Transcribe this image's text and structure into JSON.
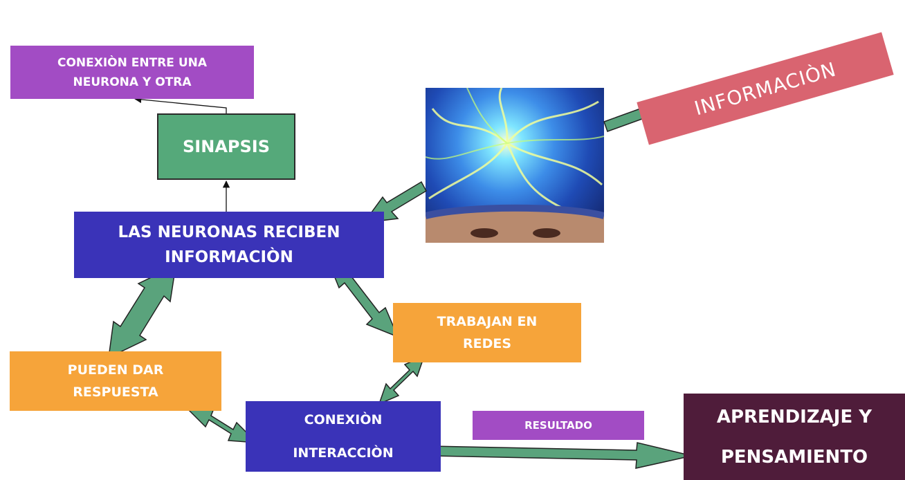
{
  "boxes": {
    "conexion_entre": [
      "CONEXIÒN ENTRE UNA",
      "NEURONA Y OTRA"
    ],
    "sinapsis": "SINAPSIS",
    "neuronas": [
      "LAS NEURONAS RECIBEN",
      "INFORMACIÒN"
    ],
    "informacion": "INFORMACIÒN",
    "trabajan": [
      "TRABAJAN EN",
      "REDES"
    ],
    "pueden": [
      "PUEDEN DAR",
      "RESPUESTA"
    ],
    "conexion": [
      "CONEXIÒN",
      "INTERACCIÒN"
    ],
    "resultado": "RESULTADO",
    "aprendizaje": [
      "APRENDIZAJE Y",
      "PENSAMIENTO"
    ]
  },
  "colors": {
    "purple": "#a24cc4",
    "green": "#55a97a",
    "blue": "#3a33b8",
    "orange": "#f6a43a",
    "pink": "#d96470",
    "maroon": "#4f1c3a",
    "arrow": "#5aa37c"
  }
}
